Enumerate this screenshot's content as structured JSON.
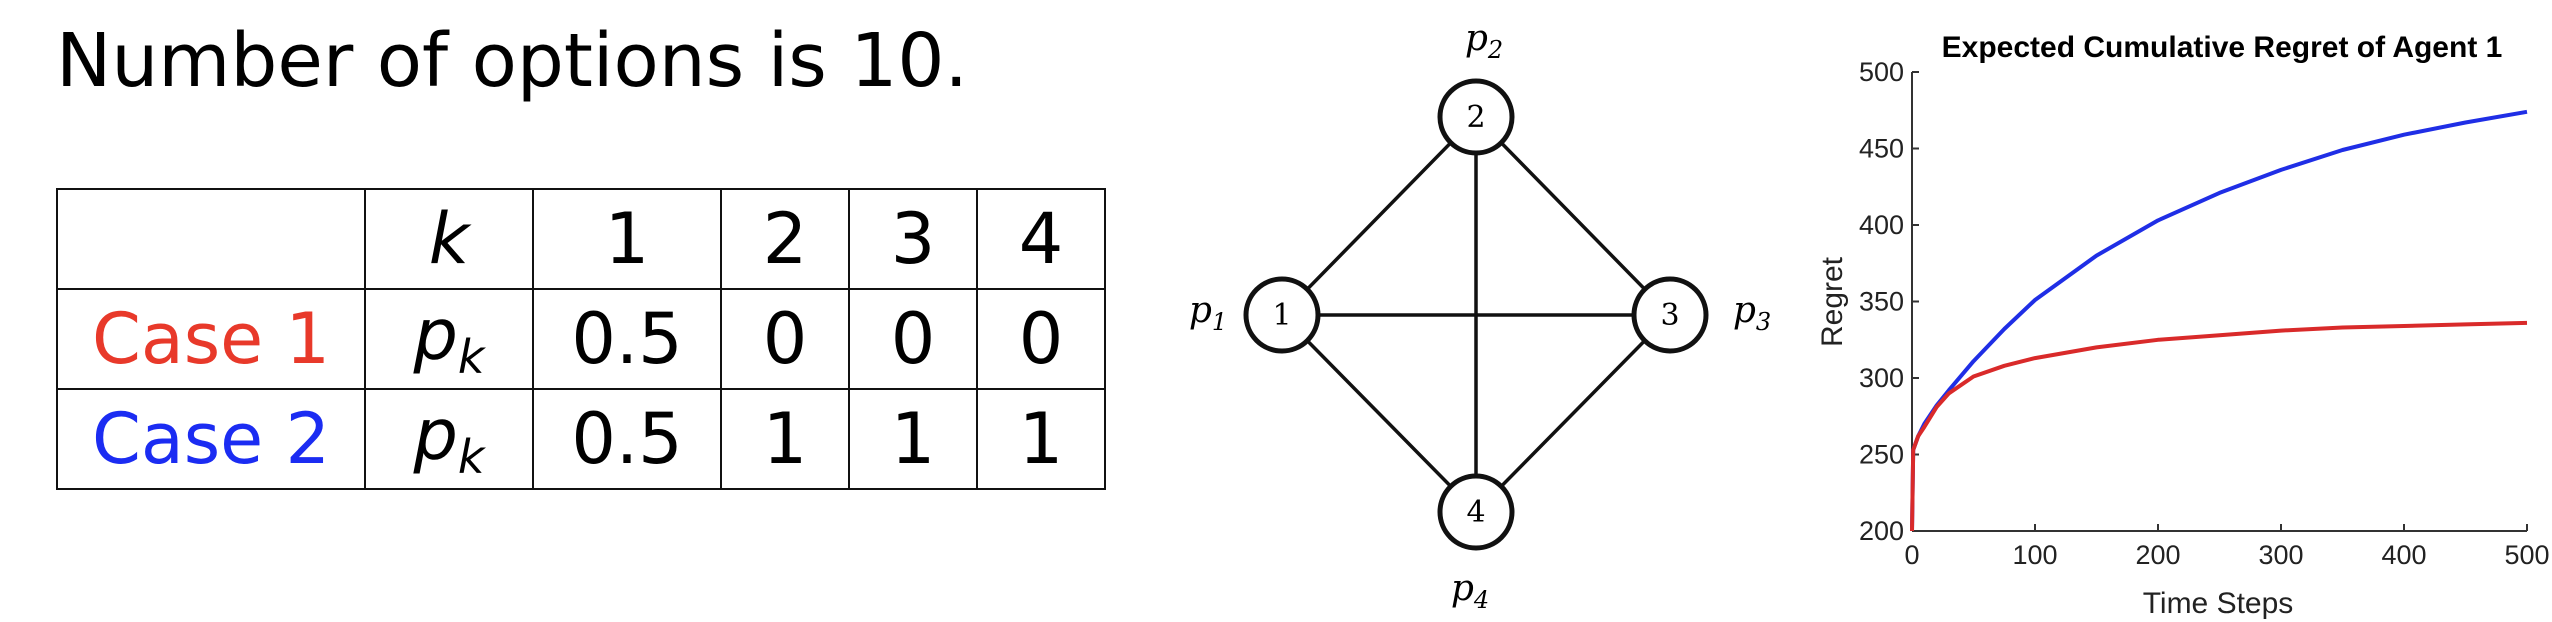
{
  "headline": "Number of options is 10.",
  "table": {
    "header": {
      "blank": "",
      "k": "k",
      "cols": [
        "1",
        "2",
        "3",
        "4"
      ]
    },
    "rows": [
      {
        "label": "Case 1",
        "label_color": "#e8392a",
        "p": "p",
        "sub": "k",
        "values": [
          "0.5",
          "0",
          "0",
          "0"
        ]
      },
      {
        "label": "Case 2",
        "label_color": "#1b2cf2",
        "p": "p",
        "sub": "k",
        "values": [
          "0.5",
          "1",
          "1",
          "1"
        ]
      }
    ]
  },
  "graph": {
    "nodes": [
      {
        "id": "1",
        "p": "p",
        "sub": "1"
      },
      {
        "id": "2",
        "p": "p",
        "sub": "2"
      },
      {
        "id": "3",
        "p": "p",
        "sub": "3"
      },
      {
        "id": "4",
        "p": "p",
        "sub": "4"
      }
    ],
    "edges": [
      [
        "1",
        "2"
      ],
      [
        "2",
        "3"
      ],
      [
        "3",
        "4"
      ],
      [
        "4",
        "1"
      ],
      [
        "1",
        "3"
      ],
      [
        "2",
        "4"
      ]
    ]
  },
  "chart_data": {
    "type": "line",
    "title": "Expected Cumulative Regret of Agent 1",
    "xlabel": "Time Steps",
    "ylabel": "Regret",
    "xlim": [
      0,
      500
    ],
    "ylim": [
      200,
      500
    ],
    "xticks": [
      0,
      100,
      200,
      300,
      400,
      500
    ],
    "yticks": [
      200,
      250,
      300,
      350,
      400,
      450,
      500
    ],
    "grid": false,
    "series": [
      {
        "color": "#1f2ee6",
        "x": [
          0,
          1,
          5,
          10,
          20,
          30,
          50,
          75,
          100,
          150,
          200,
          250,
          300,
          350,
          400,
          450,
          500
        ],
        "y": [
          200,
          253,
          262,
          270,
          282,
          292,
          311,
          332,
          351,
          380,
          403,
          421,
          436,
          449,
          459,
          467,
          474
        ]
      },
      {
        "color": "#d92a2a",
        "x": [
          0,
          1,
          5,
          10,
          20,
          30,
          50,
          75,
          100,
          150,
          200,
          250,
          300,
          350,
          400,
          450,
          500
        ],
        "y": [
          200,
          253,
          262,
          268,
          281,
          290,
          301,
          308,
          313,
          320,
          325,
          328,
          331,
          333,
          334,
          335,
          336
        ]
      }
    ]
  }
}
